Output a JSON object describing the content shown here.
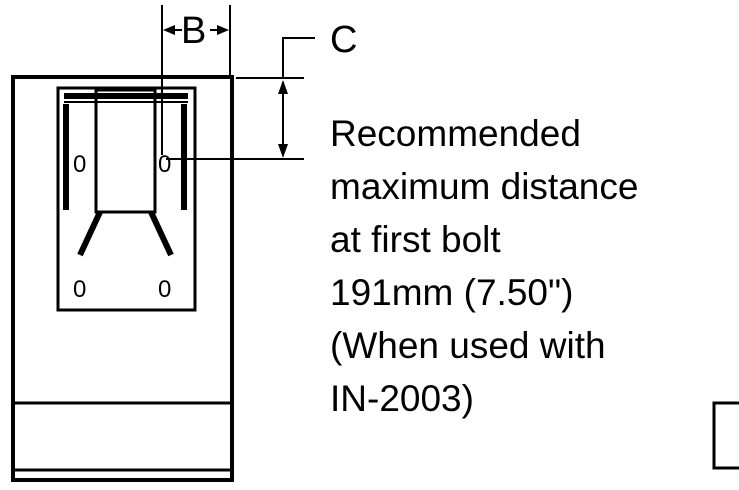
{
  "diagram": {
    "dimension_labels": {
      "b": "B",
      "c": "C"
    },
    "note": {
      "lines": [
        "Recommended",
        "maximum distance",
        "at first bolt",
        "191mm (7.50\")",
        "(When used with",
        "IN-2003)"
      ]
    },
    "bolt_hole_glyph": "0"
  }
}
